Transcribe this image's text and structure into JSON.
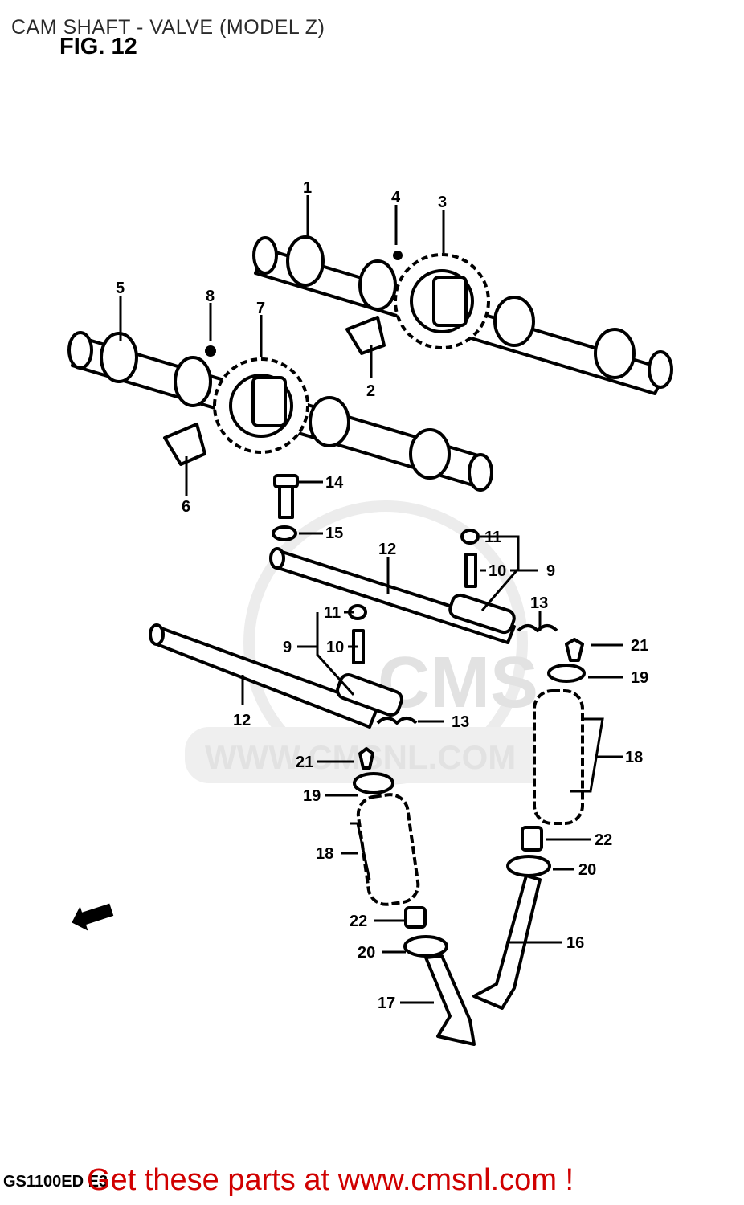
{
  "header": {
    "title": "CAM SHAFT - VALVE (MODEL Z)",
    "figure_label": "FIG. 12"
  },
  "watermark": {
    "logo_text": "CMS",
    "url_text": "WWW.CMSNL.COM"
  },
  "footer": {
    "model_code": "GS1100ED E3",
    "promo": "Get these parts at www.cmsnl.com !",
    "promo_color": "#d00000"
  },
  "part_labels": [
    "1",
    "2",
    "3",
    "4",
    "5",
    "6",
    "7",
    "8",
    "9",
    "10",
    "11",
    "12",
    "13",
    "14",
    "15",
    "16",
    "17",
    "18",
    "19",
    "20",
    "21",
    "22"
  ],
  "callouts": [
    {
      "label": "1"
    },
    {
      "label": "4"
    },
    {
      "label": "3"
    },
    {
      "label": "2"
    },
    {
      "label": "5"
    },
    {
      "label": "8"
    },
    {
      "label": "7"
    },
    {
      "label": "6"
    },
    {
      "label": "14"
    },
    {
      "label": "15"
    },
    {
      "label": "12"
    },
    {
      "label": "11"
    },
    {
      "label": "10"
    },
    {
      "label": "9"
    },
    {
      "label": "13"
    },
    {
      "label": "21"
    },
    {
      "label": "19"
    },
    {
      "label": "11"
    },
    {
      "label": "9"
    },
    {
      "label": "10"
    },
    {
      "label": "12"
    },
    {
      "label": "13"
    },
    {
      "label": "18"
    },
    {
      "label": "21"
    },
    {
      "label": "19"
    },
    {
      "label": "18"
    },
    {
      "label": "22"
    },
    {
      "label": "20"
    },
    {
      "label": "16"
    },
    {
      "label": "22"
    },
    {
      "label": "20"
    },
    {
      "label": "17"
    }
  ],
  "icons": [
    "front-direction-arrow-icon"
  ]
}
